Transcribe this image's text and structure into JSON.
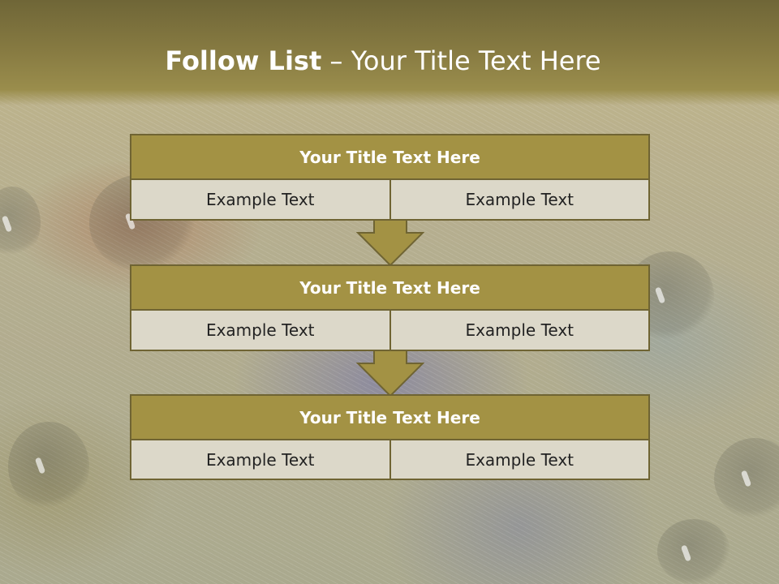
{
  "slide": {
    "title_bold": "Follow List",
    "title_dash": "–",
    "title_rest": "Your Title Text Here"
  },
  "blocks": [
    {
      "title": "Your Title Text Here",
      "left": "Example Text",
      "right": "Example Text"
    },
    {
      "title": "Your Title Text Here",
      "left": "Example Text",
      "right": "Example Text"
    },
    {
      "title": "Your Title Text Here",
      "left": "Example Text",
      "right": "Example Text"
    }
  ],
  "colors": {
    "header": "#857941",
    "block_title_bg": "#a39244",
    "cell_bg": "#dcd8c9",
    "border": "#6f6433",
    "arrow_fill": "#a39244"
  },
  "icons": [
    "down-arrow-icon",
    "down-arrow-icon"
  ]
}
